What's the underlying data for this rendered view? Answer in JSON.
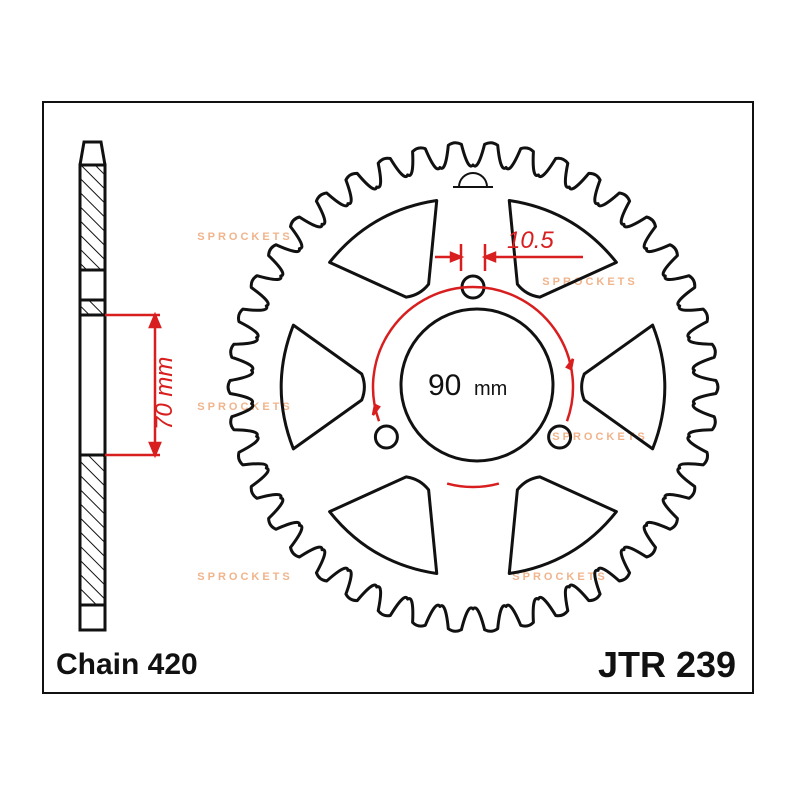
{
  "drawing": {
    "chain_label": "Chain 420",
    "part_number": "JTR 239",
    "pcd_label": "90",
    "pcd_unit": "mm",
    "bolt_hole_label": "10.5",
    "offset_label": "70 mm",
    "teeth": 42,
    "bolt_holes": 3,
    "windows": 6
  },
  "watermark": {
    "text": "SPROCKETS",
    "color": "#f0b48c"
  },
  "colors": {
    "line": "#111111",
    "dimension": "#d81e1e"
  }
}
